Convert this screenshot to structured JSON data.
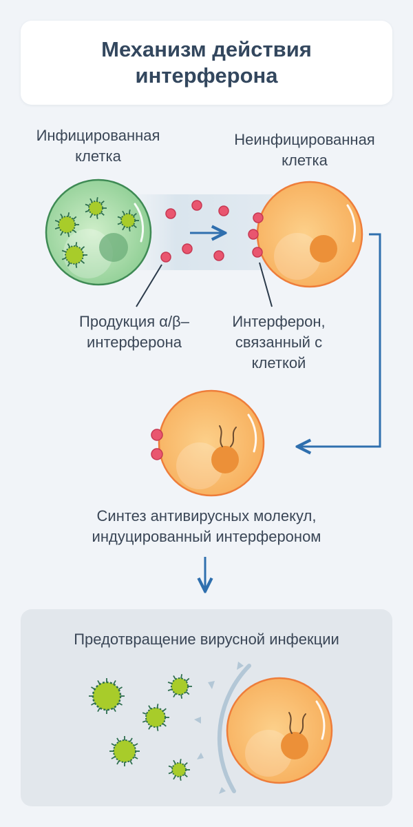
{
  "title": "Механизм действия интерферона",
  "labels": {
    "infected_cell": "Инфицированная клетка",
    "uninfected_cell": "Неинфицированная клетка",
    "production": "Продукция α/β– интерферона",
    "bound": "Интерферон, связанный с клеткой",
    "synthesis": "Синтез антивирусных молекул, индуцированный интерфероном",
    "prevention": "Предотвращение вирусной инфекции"
  },
  "colors": {
    "infected_fill": "#a5dba8",
    "infected_stroke": "#3e8a54",
    "cell_fill": "#f8b866",
    "cell_stroke": "#ee7d3a",
    "nucleus": "#ec9038",
    "interferon": "#e9566f",
    "virus_fill": "#a8cc2a",
    "virus_spike": "#2e6e4e",
    "arrow": "#2f6fae",
    "shield": "#b3c7d6"
  }
}
